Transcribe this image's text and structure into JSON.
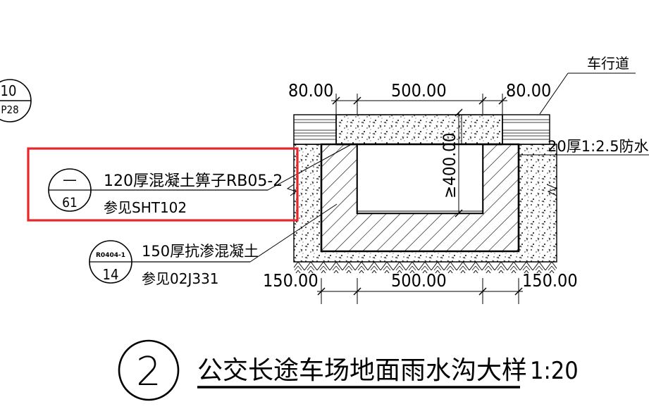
{
  "colors": {
    "line": "#000000",
    "highlight": "#e8262a",
    "background": "#ffffff"
  },
  "dimensions": {
    "top_left": "80.00",
    "top_mid": "500.00",
    "top_right": "80.00",
    "bottom_left": "150.00",
    "bottom_mid": "500.00",
    "bottom_right": "150.00",
    "depth": "≥400.00"
  },
  "labels": {
    "road": "车行道",
    "waterproof": "20厚1:2.5防水"
  },
  "ref_top": {
    "top": "10",
    "bottom": "P28"
  },
  "callout_grate": {
    "ref_top": "—",
    "ref_bottom": "61",
    "line1": "120厚混凝土箅子RB05-2",
    "line2": "参见SHT102"
  },
  "callout_concrete": {
    "ref_top": "R0404-1",
    "ref_bottom": "14",
    "line1": "150厚抗渗混凝土",
    "line2": "参见02J331"
  },
  "title": {
    "number": "2",
    "text": "公交长途车场地面雨水沟大样",
    "scale": "1:20"
  }
}
